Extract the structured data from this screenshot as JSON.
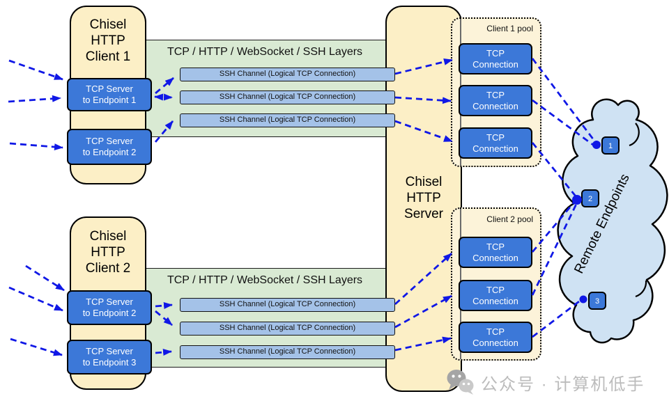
{
  "client1": {
    "title": "Chisel HTTP Client 1",
    "layers_title": "TCP / HTTP / WebSocket / SSH Layers",
    "servers": [
      {
        "line1": "TCP Server",
        "line2": "to Endpoint 1"
      },
      {
        "line1": "TCP Server",
        "line2": "to Endpoint 2"
      }
    ],
    "channels": [
      "SSH Channel (Logical TCP Connection)",
      "SSH Channel (Logical TCP Connection)",
      "SSH Channel (Logical TCP Connection)"
    ]
  },
  "client2": {
    "title": "Chisel HTTP Client 2",
    "layers_title": "TCP / HTTP / WebSocket / SSH Layers",
    "servers": [
      {
        "line1": "TCP Server",
        "line2": "to Endpoint 2"
      },
      {
        "line1": "TCP Server",
        "line2": "to Endpoint 3"
      }
    ],
    "channels": [
      "SSH Channel (Logical TCP Connection)",
      "SSH Channel (Logical TCP Connection)",
      "SSH Channel (Logical TCP Connection)"
    ]
  },
  "server": {
    "title": "Chisel HTTP Server"
  },
  "pool1": {
    "label": "Client 1 pool",
    "connections": [
      {
        "line1": "TCP",
        "line2": "Connection"
      },
      {
        "line1": "TCP",
        "line2": "Connection"
      },
      {
        "line1": "TCP",
        "line2": "Connection"
      }
    ]
  },
  "pool2": {
    "label": "Client 2 pool",
    "connections": [
      {
        "line1": "TCP",
        "line2": "Connection"
      },
      {
        "line1": "TCP",
        "line2": "Connection"
      },
      {
        "line1": "TCP",
        "line2": "Connection"
      }
    ]
  },
  "cloud": {
    "label": "Remote Endpoints",
    "endpoints": [
      "1",
      "2",
      "3"
    ]
  },
  "watermark": {
    "text": "公众号 · 计算机低手"
  },
  "colors": {
    "cream": "#fcefc6",
    "pool_cream": "#fcf3d9",
    "layers_green": "#d9ead3",
    "channel_blue": "#a4c2e8",
    "box_blue": "#3c78d8",
    "cloud_blue": "#cfe2f3",
    "arrow_blue": "#1018e6",
    "watermark_gray": "#bcbcbc"
  }
}
